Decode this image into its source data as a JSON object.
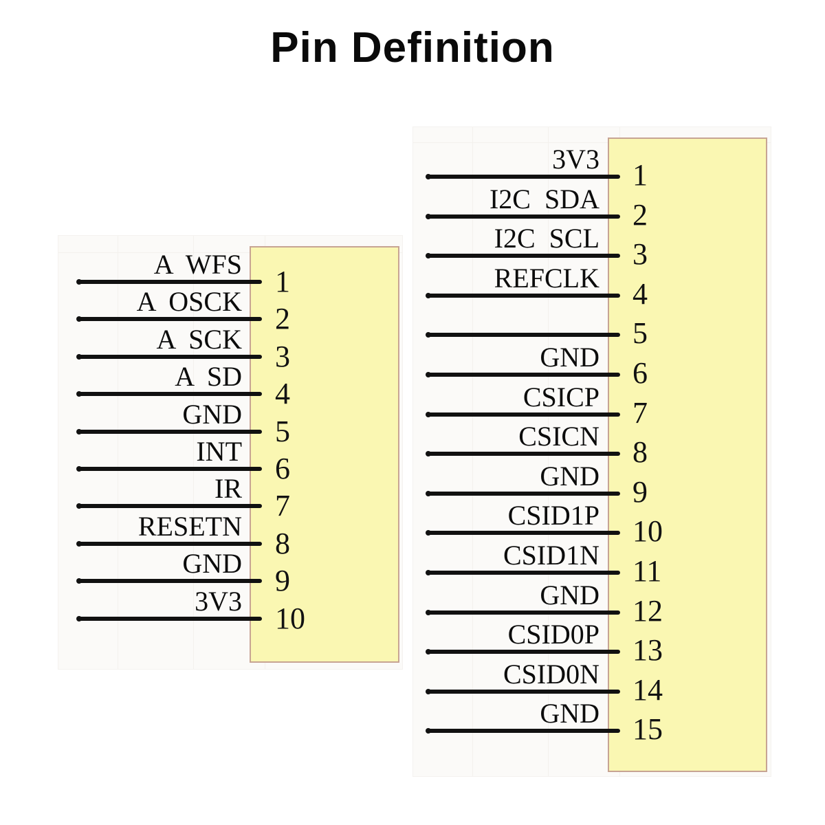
{
  "title": "Pin Definition",
  "colors": {
    "connector_fill": "#FAF7B2",
    "connector_border": "#C7A493",
    "lead_color": "#111111",
    "text_color": "#0C0C0C",
    "background": "#FFFFFF"
  },
  "connectors": [
    {
      "id": "left-connector",
      "pin_count": 10,
      "pins": [
        {
          "number": "1",
          "signal": "A  WFS"
        },
        {
          "number": "2",
          "signal": "A  OSCK"
        },
        {
          "number": "3",
          "signal": "A  SCK"
        },
        {
          "number": "4",
          "signal": "A  SD"
        },
        {
          "number": "5",
          "signal": "GND"
        },
        {
          "number": "6",
          "signal": "INT"
        },
        {
          "number": "7",
          "signal": "IR"
        },
        {
          "number": "8",
          "signal": "RESETN"
        },
        {
          "number": "9",
          "signal": "GND"
        },
        {
          "number": "10",
          "signal": "3V3"
        }
      ]
    },
    {
      "id": "right-connector",
      "pin_count": 15,
      "pins": [
        {
          "number": "1",
          "signal": "3V3"
        },
        {
          "number": "2",
          "signal": "I2C  SDA"
        },
        {
          "number": "3",
          "signal": "I2C  SCL"
        },
        {
          "number": "4",
          "signal": "REFCLK"
        },
        {
          "number": "5",
          "signal": ""
        },
        {
          "number": "6",
          "signal": "GND"
        },
        {
          "number": "7",
          "signal": "CSICP"
        },
        {
          "number": "8",
          "signal": "CSICN"
        },
        {
          "number": "9",
          "signal": "GND"
        },
        {
          "number": "10",
          "signal": "CSID1P"
        },
        {
          "number": "11",
          "signal": "CSID1N"
        },
        {
          "number": "12",
          "signal": "GND"
        },
        {
          "number": "13",
          "signal": "CSID0P"
        },
        {
          "number": "14",
          "signal": "CSID0N"
        },
        {
          "number": "15",
          "signal": "GND"
        }
      ]
    }
  ]
}
